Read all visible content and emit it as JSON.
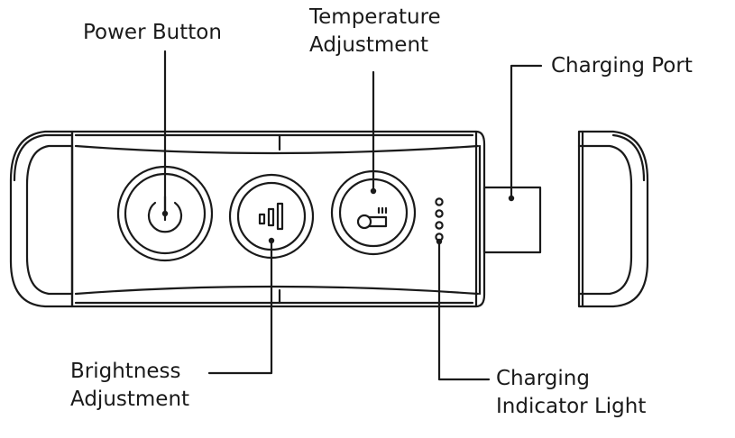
{
  "labels": {
    "power_button": "Power Button",
    "temperature_line1": "Temperature",
    "temperature_line2": "Adjustment",
    "charging_port": "Charging Port",
    "brightness_line1": "Brightness",
    "brightness_line2": "Adjustment",
    "charging_indicator_line1": "Charging",
    "charging_indicator_line2": "Indicator Light"
  },
  "colors": {
    "stroke": "#1a1a1a",
    "background": "#ffffff"
  },
  "icons": [
    "power-icon",
    "brightness-bars-icon",
    "thermometer-icon"
  ],
  "indicator_light_count": 4
}
